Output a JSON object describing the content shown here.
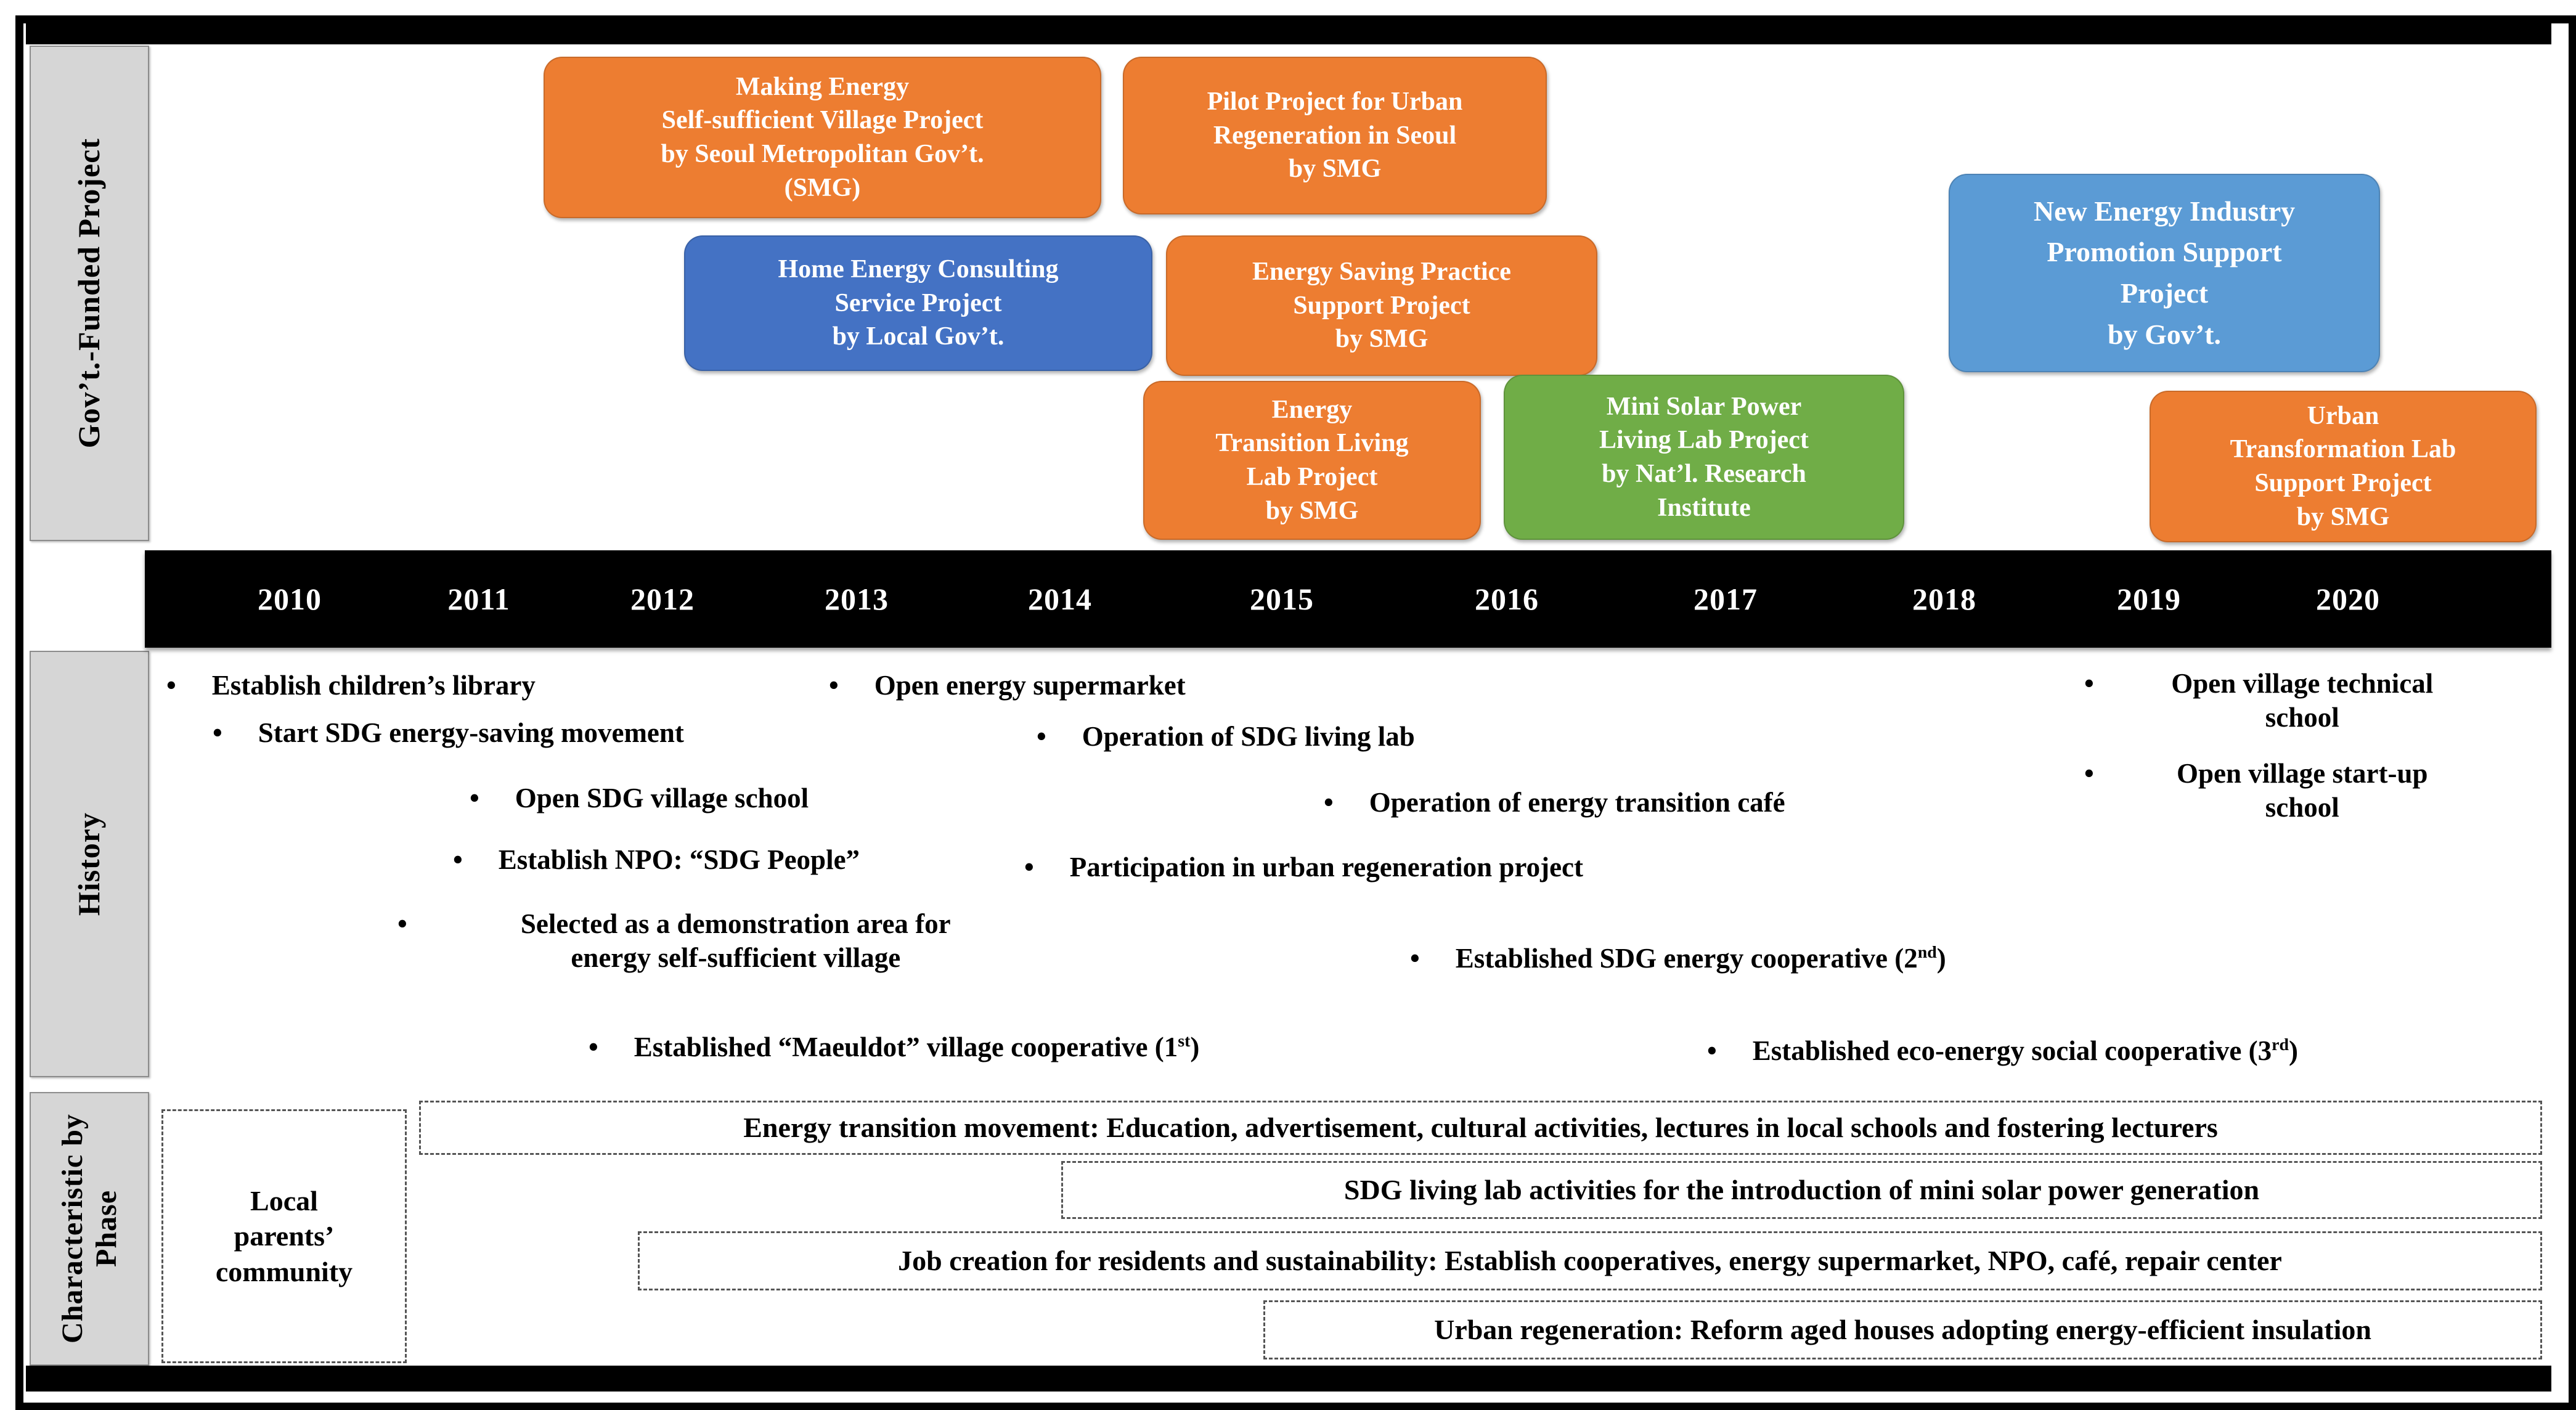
{
  "section_labels": {
    "funded": "Gov’t.-Funded Project",
    "history": "History",
    "phase": "Characteristic by Phase"
  },
  "misc": {
    "bullet": "•"
  },
  "colors": {
    "orange": "#ED7D31",
    "blue": "#4472C4",
    "light_blue": "#5B9BD5",
    "green": "#70AD47",
    "label_gray": "#D6D6D6",
    "band_black": "#000000"
  },
  "timeline": {
    "years": [
      "2010",
      "2011",
      "2012",
      "2013",
      "2014",
      "2015",
      "2016",
      "2017",
      "2018",
      "2019",
      "2020"
    ]
  },
  "projects": [
    {
      "label": "Making Energy\nSelf-sufficient Village Project\nby Seoul Metropolitan Gov’t.\n(SMG)",
      "color": "#ED7D31"
    },
    {
      "label": "Pilot Project for Urban\nRegeneration in Seoul\nby SMG",
      "color": "#ED7D31"
    },
    {
      "label": "Home Energy Consulting\nService Project\nby Local Gov’t.",
      "color": "#4472C4"
    },
    {
      "label": "Energy Saving Practice\nSupport Project\nby SMG",
      "color": "#ED7D31"
    },
    {
      "label": "Energy\nTransition Living\nLab Project\nby SMG",
      "color": "#ED7D31"
    },
    {
      "label": "Mini Solar Power\nLiving Lab Project\nby Nat’l. Research\nInstitute",
      "color": "#70AD47"
    },
    {
      "label": "New Energy Industry\nPromotion Support\nProject\nby Gov’t.",
      "color": "#5B9BD5"
    },
    {
      "label": "Urban\nTransformation Lab\nSupport Project\nby SMG",
      "color": "#ED7D31"
    }
  ],
  "history": {
    "items": [
      {
        "text": "Establish children’s library"
      },
      {
        "text": "Start SDG energy-saving movement"
      },
      {
        "text": "Open energy supermarket"
      },
      {
        "text": "Operation of SDG living lab"
      },
      {
        "text": "Open SDG village school"
      },
      {
        "text": "Operation of energy transition café"
      },
      {
        "text": "Establish NPO: “SDG People”"
      },
      {
        "text": "Participation in urban regeneration project"
      },
      {
        "text": "Open village technical\nschool"
      },
      {
        "text": "Open village start-up\nschool"
      },
      {
        "text": "Selected as a demonstration area for\nenergy self-sufficient village"
      },
      {
        "pre": "Established SDG energy cooperative (2",
        "sup": "nd",
        "post": ")"
      },
      {
        "pre": "Established “Maeuldot” village cooperative (1",
        "sup": "st",
        "post": ")"
      },
      {
        "pre": "Established eco-energy social cooperative (3",
        "sup": "rd",
        "post": ")"
      }
    ]
  },
  "phases": {
    "boxes": [
      {
        "text": "Local\nparents’\ncommunity"
      },
      {
        "text": "Energy transition movement: Education, advertisement, cultural activities, lectures in local schools and fostering lecturers"
      },
      {
        "text": "SDG living lab activities for the introduction of mini solar power generation"
      },
      {
        "text": "Job creation for residents and sustainability: Establish cooperatives, energy supermarket, NPO, café,  repair center"
      },
      {
        "text": "Urban regeneration: Reform aged houses adopting energy-efficient insulation"
      }
    ]
  }
}
